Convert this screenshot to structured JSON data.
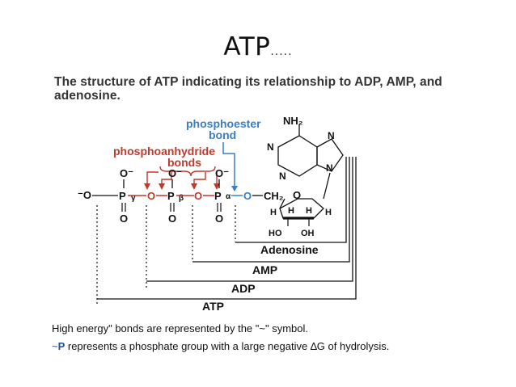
{
  "slide": {
    "title": "ATP",
    "title_trailer": ".....",
    "caption": "The structure of ATP indicating its relationship to ADP, AMP, and adenosine."
  },
  "diagram": {
    "labels": {
      "phosphoester_line1": "phosphoester",
      "phosphoester_line2": "bond",
      "phosphoanhydride_line1": "phosphoanhydride",
      "phosphoanhydride_line2": "bonds",
      "adenosine": "Adenosine",
      "amp": "AMP",
      "adp": "ADP",
      "atp": "ATP",
      "gamma": "γ",
      "beta": "β",
      "alpha": "α",
      "nh2": "NH₂",
      "ch2": "CH₂",
      "ho": "HO",
      "oh": "OH",
      "o_minus": "O⁻",
      "minus_o": "⁻O",
      "o": "O",
      "p": "P",
      "n": "N",
      "h": "H"
    },
    "colors": {
      "red": "#c0392b",
      "blue": "#3a7fc4",
      "black": "#111111"
    }
  },
  "notes": {
    "line1": "High energy\" bonds are represented by the \"~\" symbol.",
    "line2_tilde": "~",
    "line2_p": "P",
    "line2_rest_a": " represents a phosphate group with a large negative ",
    "line2_delta": "∆",
    "line2_rest_b": "G of hydrolysis."
  }
}
